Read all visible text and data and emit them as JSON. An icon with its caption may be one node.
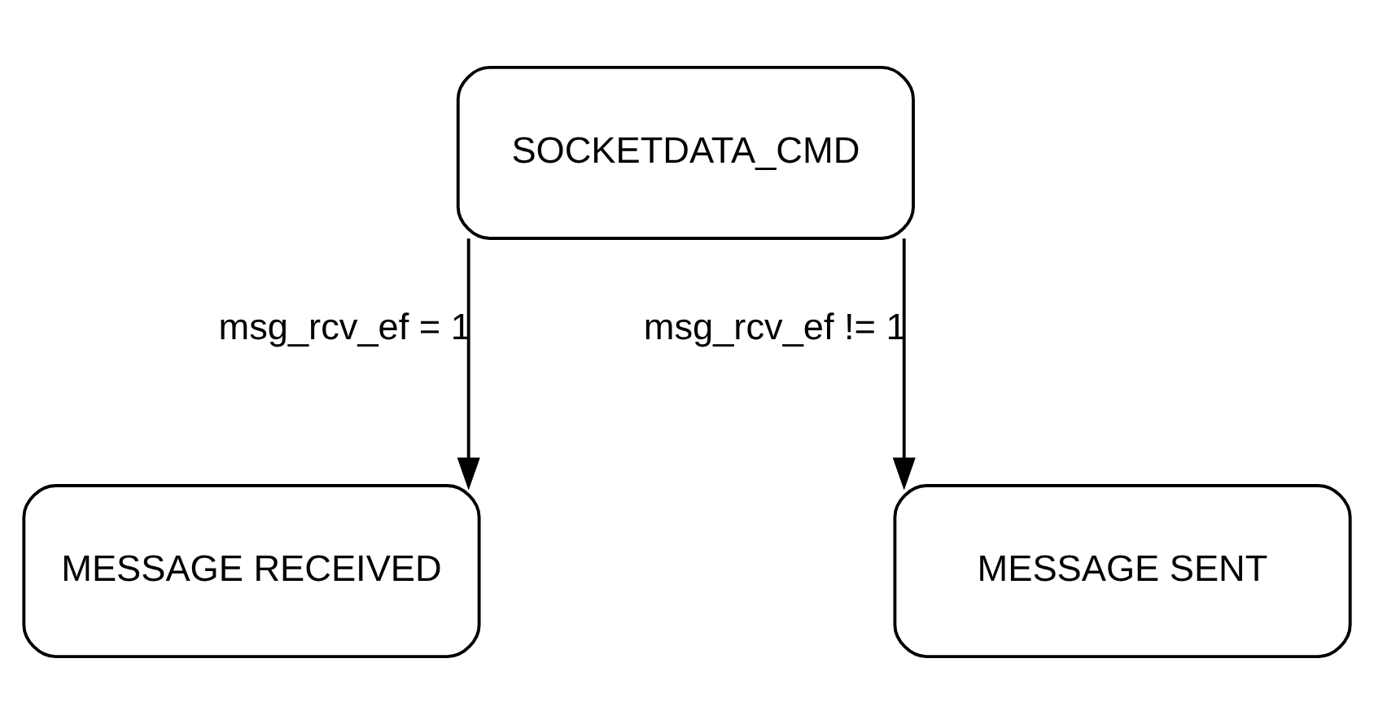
{
  "diagram": {
    "nodes": [
      {
        "text": [
          "SOCKETDATA_CMD"
        ]
      },
      {
        "text": [
          "MESSAGE RECEIVED"
        ]
      },
      {
        "text": [
          "MESSAGE SENT"
        ]
      }
    ],
    "edges": [
      {
        "from": 0,
        "to": 1,
        "arrow": "to",
        "label": "msg_rcv_ef = 1"
      },
      {
        "from": 0,
        "to": 2,
        "arrow": "to",
        "label": "msg_rcv_ef != 1"
      }
    ]
  }
}
